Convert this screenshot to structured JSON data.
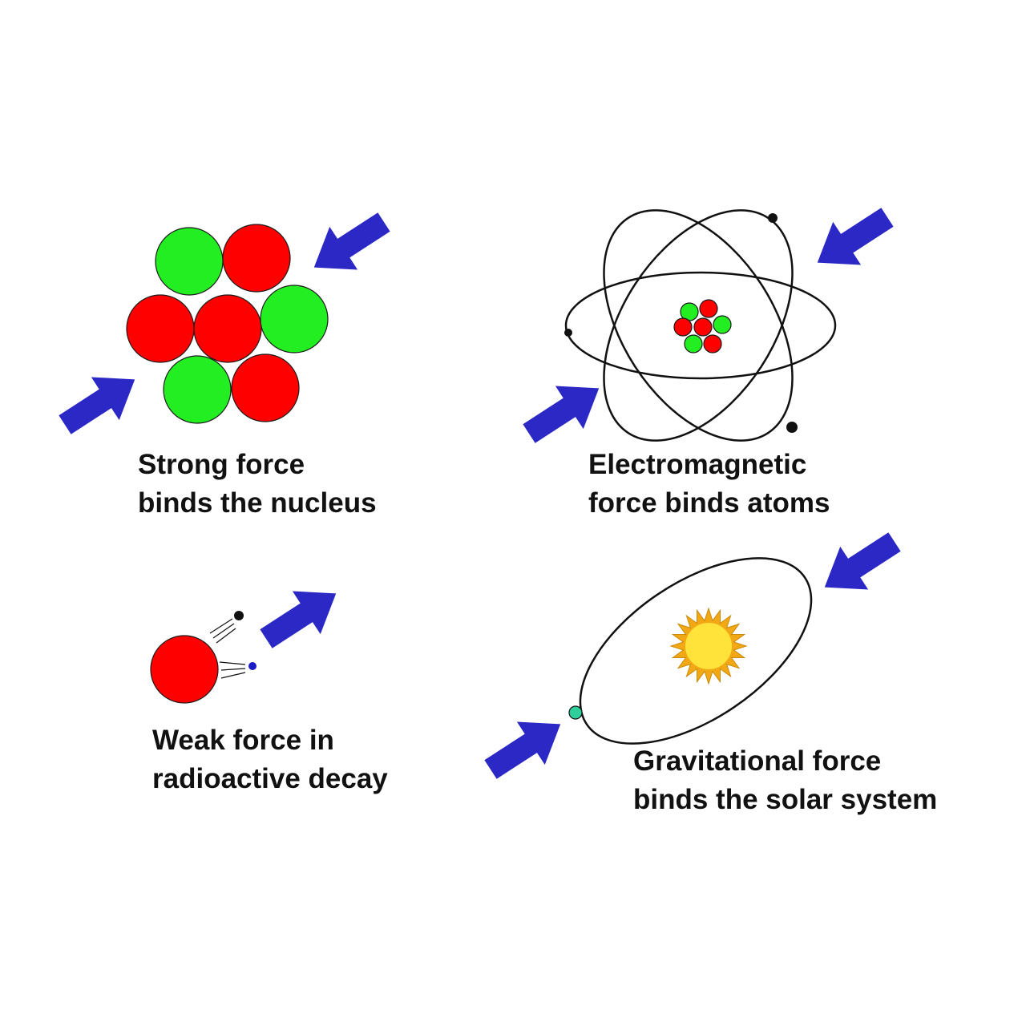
{
  "panels": {
    "strong": {
      "line1": "Strong force",
      "line2": "binds the nucleus"
    },
    "electromagnetic": {
      "line1": "Electromagnetic",
      "line2": "force binds atoms"
    },
    "weak": {
      "line1": "Weak force in",
      "line2": "radioactive decay"
    },
    "gravitational": {
      "line1": "Gravitational force",
      "line2": "binds the solar system"
    }
  },
  "colors": {
    "arrow": "#2b28c6",
    "proton": "#ff0000",
    "neutron": "#22ee22",
    "particle_outline": "#1a1a1a",
    "orbit": "#111111",
    "sun_rays": "#f2a814",
    "sun_disc": "#ffe23a",
    "planet": "#2fcf9c",
    "neutrino": "#1c1cc8"
  }
}
